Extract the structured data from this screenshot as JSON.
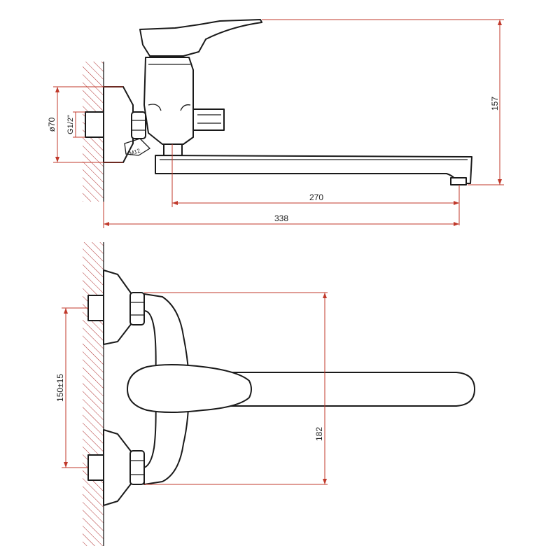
{
  "dimensions": {
    "height_157": "157",
    "spout_270": "270",
    "overall_338": "338",
    "flange_dia": "ø70",
    "thread": "G1/2\"",
    "nut_thread": "M12",
    "centers": "150±15",
    "depth_182": "182"
  },
  "colors": {
    "outline": "#1a1a1a",
    "dimension": "#c0392b",
    "hatch": "#b03030"
  }
}
